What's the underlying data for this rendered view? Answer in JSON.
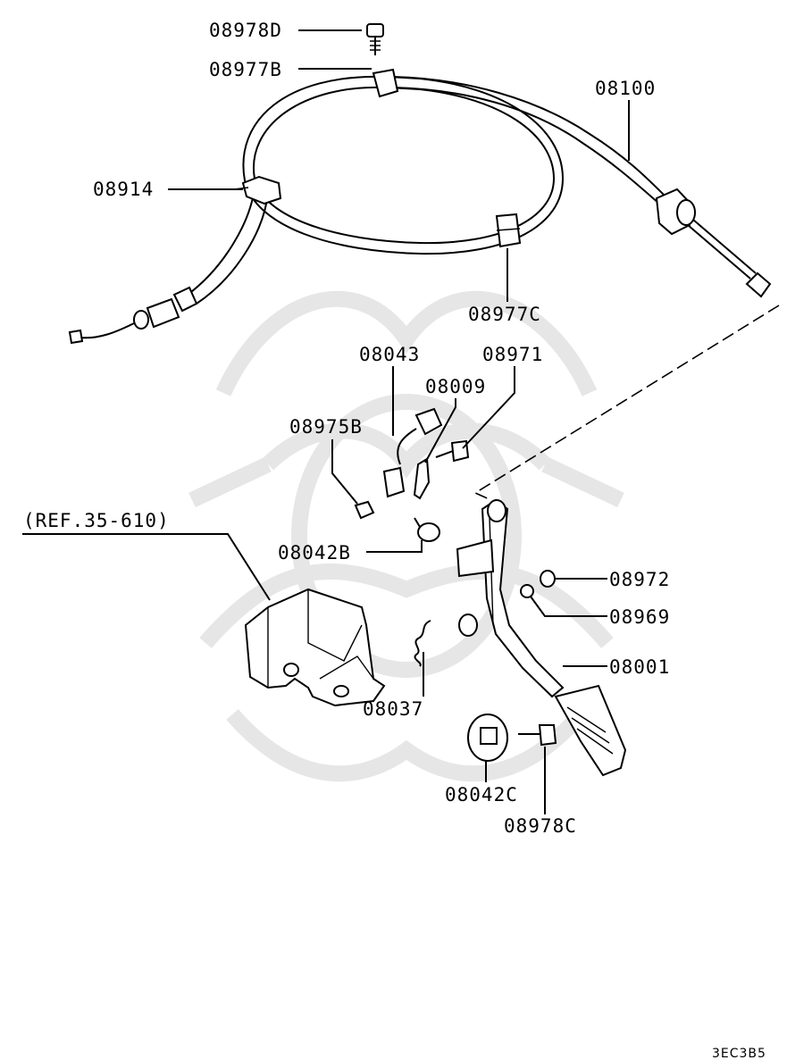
{
  "labels": {
    "p08978D": "08978D",
    "p08977B": "08977B",
    "p08100": "08100",
    "p08914": "08914",
    "p08977C": "08977C",
    "p08043": "08043",
    "p08971": "08971",
    "p08009": "08009",
    "p08975B": "08975B",
    "ref": "(REF.35-610)",
    "p08042B": "08042B",
    "p08972": "08972",
    "p08969": "08969",
    "p08001": "08001",
    "p08037": "08037",
    "p08042C": "08042C",
    "p08978C": "08978C"
  },
  "diagram_code": "3EC3B5",
  "colors": {
    "line": "#000000",
    "background": "#ffffff",
    "watermark": "#e6e6e6"
  }
}
